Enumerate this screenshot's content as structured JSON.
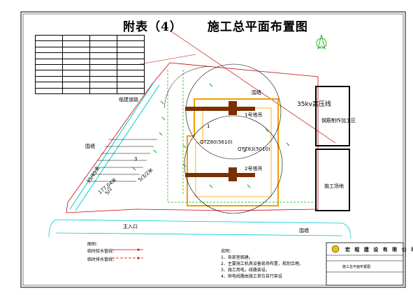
{
  "title": {
    "prefix": "附表（4）",
    "main": "施工总平面布置图"
  },
  "labels": {
    "fence_top": "围墙",
    "fence_left": "围墙",
    "fence_bottom": "围墙",
    "power_line": "35kv高压线",
    "area_office": "钢筋制作加工区",
    "area_site": "施工场地",
    "road_left": "临建道路",
    "entrance": "主入口",
    "crane1": "1",
    "crane2": "2",
    "crane3": "3",
    "crane1_model": "QTZ80(5610)",
    "crane2_model": "QTZ63(5010)",
    "tower_label1": "1号塔吊",
    "tower_label2": "2号塔吊",
    "dim_left": "35/45米",
    "dim_left2": "5/2",
    "dim_bottom": "177.04米",
    "dim_bottom2": "5/3/2米"
  },
  "legend": {
    "heading": "图例：",
    "items": [
      {
        "label": "临时给水管线：",
        "color": "#cc0000"
      },
      {
        "label": "临时排水管线：",
        "color": "#cc0000"
      }
    ]
  },
  "notes": {
    "heading": "说明：",
    "items": [
      "1、各部室临建。",
      "2、主要施工机具设备现场布置，规划合理。",
      "3、施工用电，线路架设。",
      "4、供电线路由施工单位自行架设"
    ]
  },
  "title_block": {
    "company": "宏  程  建  设  有  限  公  司",
    "sheet": "施工总平面布置图"
  },
  "facility_table": {
    "caption": "",
    "rows": 10,
    "cols": 4
  },
  "colors": {
    "fence": "#cc0000",
    "road": "#00cccc",
    "building": "#f0a000",
    "tower": "#7a3000",
    "green": "#00aa00",
    "black": "#000000"
  }
}
